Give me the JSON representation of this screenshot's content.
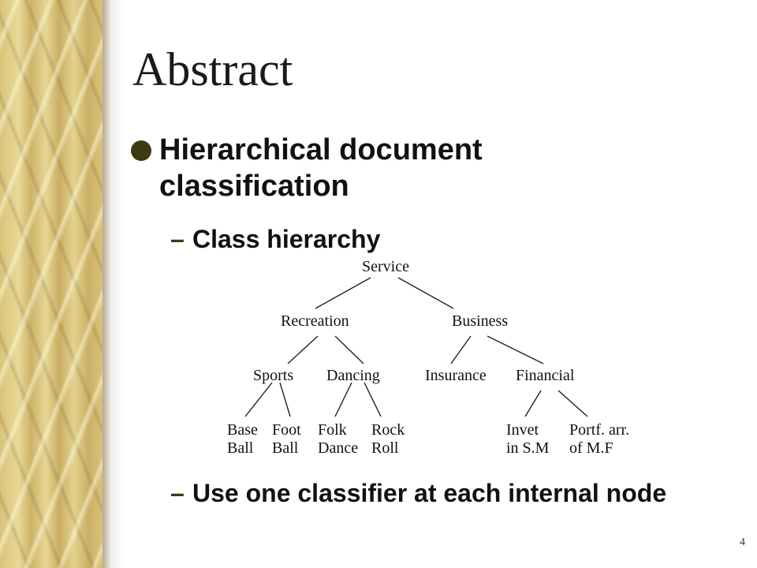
{
  "slide": {
    "title": "Abstract",
    "bullet": "Hierarchical document classification",
    "sub_bullets": [
      "Class hierarchy",
      "Use one classifier at each internal node"
    ],
    "dash": "–",
    "page_number": "4"
  },
  "tree": {
    "root": "Service",
    "level1": [
      "Recreation",
      "Business"
    ],
    "level2": [
      "Sports",
      "Dancing",
      "Insurance",
      "Financial"
    ],
    "leaves": [
      [
        "Base",
        "Ball"
      ],
      [
        "Foot",
        "Ball"
      ],
      [
        "Folk",
        "Dance"
      ],
      [
        "Rock",
        "Roll"
      ],
      [
        "Invet",
        "in S.M"
      ],
      [
        "Portf. arr.",
        "of M.F"
      ]
    ]
  },
  "colors": {
    "band": "#d9c47a",
    "bullet": "#3b3a12",
    "text": "#111111"
  }
}
